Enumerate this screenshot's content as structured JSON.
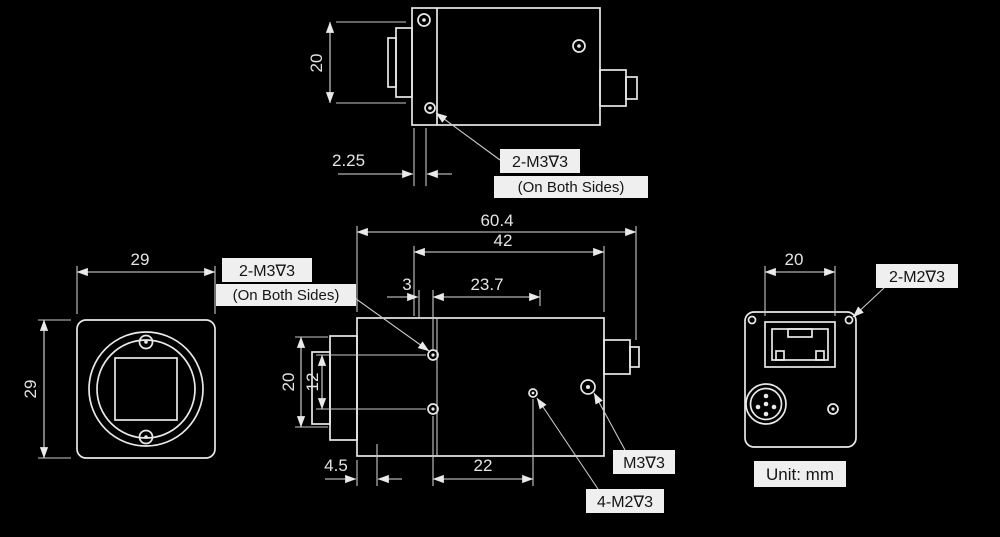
{
  "drawing": {
    "unit_label": "Unit: mm",
    "colors": {
      "background": "#000000",
      "line": "#e9e9e9",
      "label_background": "#efefef",
      "label_text": "#151515"
    },
    "top_view": {
      "dim_height": "20",
      "dim_flange_offset": "2.25",
      "callout_line1": "2-M3∇3",
      "callout_line2": "(On Both Sides)"
    },
    "front_view": {
      "dim_width": "29",
      "dim_height": "29"
    },
    "side_view": {
      "dim_overall_length": "60.4",
      "dim_body_length": "42",
      "dim_front_offset": "3",
      "dim_hole_span": "23.7",
      "dim_height_20": "20",
      "dim_height_12": "12",
      "dim_bottom_offset": "4.5",
      "dim_bottom_span": "22",
      "callout_side_line1": "2-M3∇3",
      "callout_side_line2": "(On Both Sides)",
      "callout_tripod": "M3∇3",
      "callout_mount": "4-M2∇3"
    },
    "rear_view": {
      "dim_connector_width": "20",
      "callout_screws": "2-M2∇3"
    }
  }
}
